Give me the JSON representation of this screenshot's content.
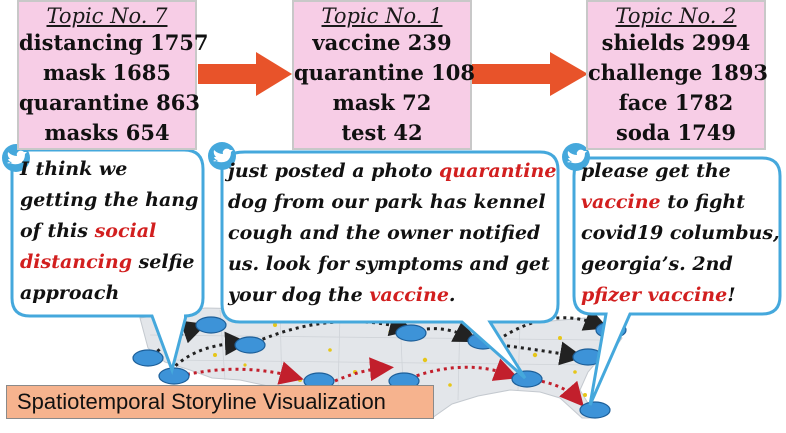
{
  "topics": [
    {
      "title": "Topic No. 7",
      "terms": [
        "distancing 1757",
        "mask 1685",
        "quarantine 863",
        "masks 654"
      ]
    },
    {
      "title": "Topic No. 1",
      "terms": [
        "vaccine 239",
        "quarantine 108",
        "mask 72",
        "test 42"
      ]
    },
    {
      "title": "Topic No. 2",
      "terms": [
        "shields 2994",
        "challenge 1893",
        "face  1782",
        "soda 1749"
      ]
    }
  ],
  "tweets": [
    {
      "parts": [
        "I think we getting the hang of this ",
        "social distancing",
        " selfie approach"
      ]
    },
    {
      "parts": [
        "just posted a photo ",
        "quarantine",
        " dog from our park has kennel cough and the owner notified us. look for symptoms and get your dog the ",
        "vaccine",
        "."
      ]
    },
    {
      "parts": [
        "please get the ",
        "vaccine",
        " to fight covid19 columbus, georgia’s. 2nd ",
        "pfizer vaccine",
        "!"
      ]
    }
  ],
  "caption": "Spatiotemporal Storyline Visualization",
  "colors": {
    "topic_bg": "#f7cde6",
    "bubble_border": "#45a8dc",
    "node_fill": "#3d93d8",
    "arrow": "#e8532a",
    "highlight": "#d21f1f",
    "path_dark": "#222222",
    "path_red": "#c21f2c",
    "caption_bg": "#f6b38e"
  },
  "icons": [
    "twitter-bird-icon",
    "right-arrow-icon"
  ]
}
